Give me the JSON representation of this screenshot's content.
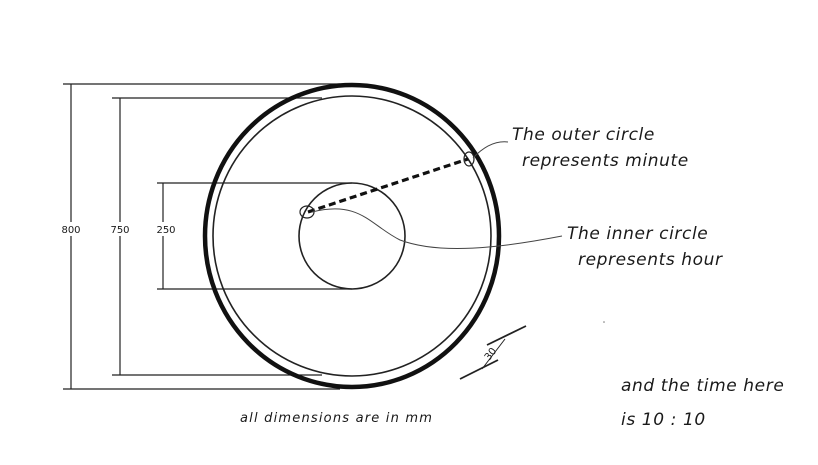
{
  "dimensions": {
    "outer_diameter": "800",
    "minute_track_diameter": "750",
    "inner_diameter": "250",
    "ring_width": "30"
  },
  "notes": {
    "outer_circle_line1": "The outer circle",
    "outer_circle_line2": "represents minute",
    "inner_circle_line1": "The inner circle",
    "inner_circle_line2": "represents hour",
    "units": "all dimensions are in mm",
    "time_line1": "and the time here",
    "time_line2": "is  10 : 10"
  }
}
